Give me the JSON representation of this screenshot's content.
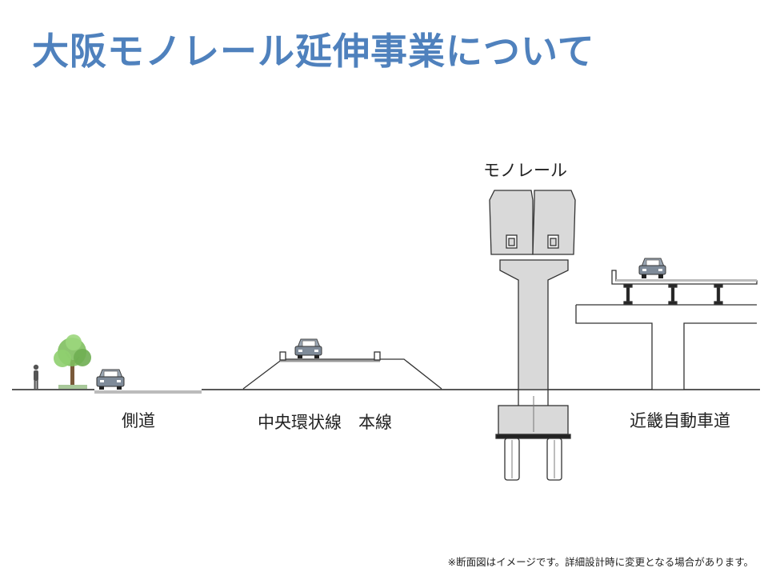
{
  "title": "大阪モノレール延伸事業について",
  "labels": {
    "monorail": "モノレール",
    "side_road": "側道",
    "central_loop": "中央環状線　本線",
    "kinki_expressway": "近畿自動車道"
  },
  "footnote": "※断面図はイメージです。詳細設計時に変更となる場合があります。",
  "colors": {
    "title": "#4f81bd",
    "structure_fill": "#d9d9d9",
    "car_body": "#7f8b99",
    "tree": "#7fbf5f"
  }
}
